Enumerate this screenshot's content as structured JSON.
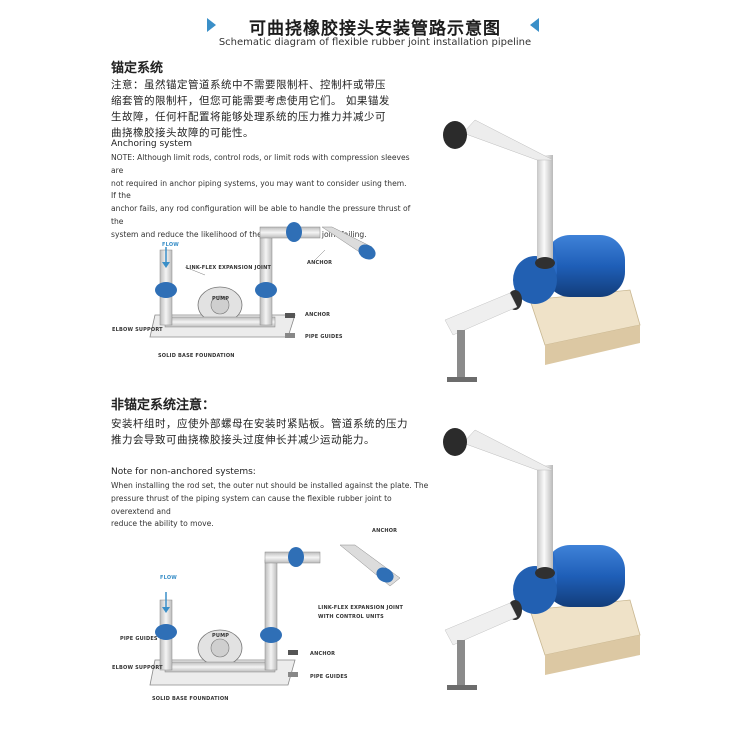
{
  "header": {
    "title_cn": "可曲挠橡胶接头安装管路示意图",
    "title_en": "Schematic diagram of flexible rubber joint installation pipeline"
  },
  "anchored": {
    "heading_cn": "锚定系统",
    "note_cn_lines": [
      "注意：虽然锚定管道系统中不需要限制杆、控制杆或带压",
      "缩套管的限制杆，但您可能需要考虑使用它们。 如果锚发",
      "生故障，任何杆配置将能够处理系统的压力推力并减少可",
      "曲挠橡胶接头故障的可能性。"
    ],
    "heading_en": "Anchoring system",
    "note_en_lines": [
      "NOTE: Although limit rods, control rods, or limit rods with compression sleeves are",
      "not required in anchor piping systems, you may want to consider using them. If the",
      "anchor fails, any rod configuration will be able to handle the pressure thrust of the",
      "system and reduce the likelihood of the flexible rubber joint failing."
    ],
    "labels": {
      "flow": "FLOW",
      "expansion_joint": "LINK-FLEX EXPANSION JOINT",
      "anchor_top": "ANCHOR",
      "pump": "PUMP",
      "anchor": "ANCHOR",
      "pipe_guides": "PIPE GUIDES",
      "elbow_support": "ELBOW SUPPORT",
      "foundation": "SOLID BASE FOUNDATION"
    }
  },
  "non_anchored": {
    "heading_cn": "非锚定系统注意：",
    "note_cn_lines": [
      "安装杆组时，应使外部螺母在安装时紧贴板。管道系统的压力",
      "推力会导致可曲挠橡胶接头过度伸长并减少运动能力。"
    ],
    "heading_en": "Note for non-anchored systems:",
    "note_en_lines": [
      "When installing the rod set, the outer nut should be installed against the plate. The",
      "pressure thrust of the piping system can cause the flexible rubber joint to overextend and",
      "reduce the ability to move."
    ],
    "labels": {
      "anchor_top": "ANCHOR",
      "flow": "FLOW",
      "pipe_guides": "PIPE GUIDES",
      "pump": "PUMP",
      "expansion_joint_1": "LINK-FLEX EXPANSION JOINT",
      "expansion_joint_2": "WITH CONTROL UNITS",
      "anchor": "ANCHOR",
      "elbow_support": "ELBOW SUPPORT",
      "pipe_guides_2": "PIPE GUIDES",
      "foundation": "SOLID BASE FOUNDATION"
    }
  },
  "colors": {
    "accent": "#3a8fc8",
    "joint_blue": "#2f6fb6",
    "motor_blue": "#1f5fb8",
    "pipe_gray": "#d9d9d9",
    "base_tan": "#e9d9bd"
  }
}
